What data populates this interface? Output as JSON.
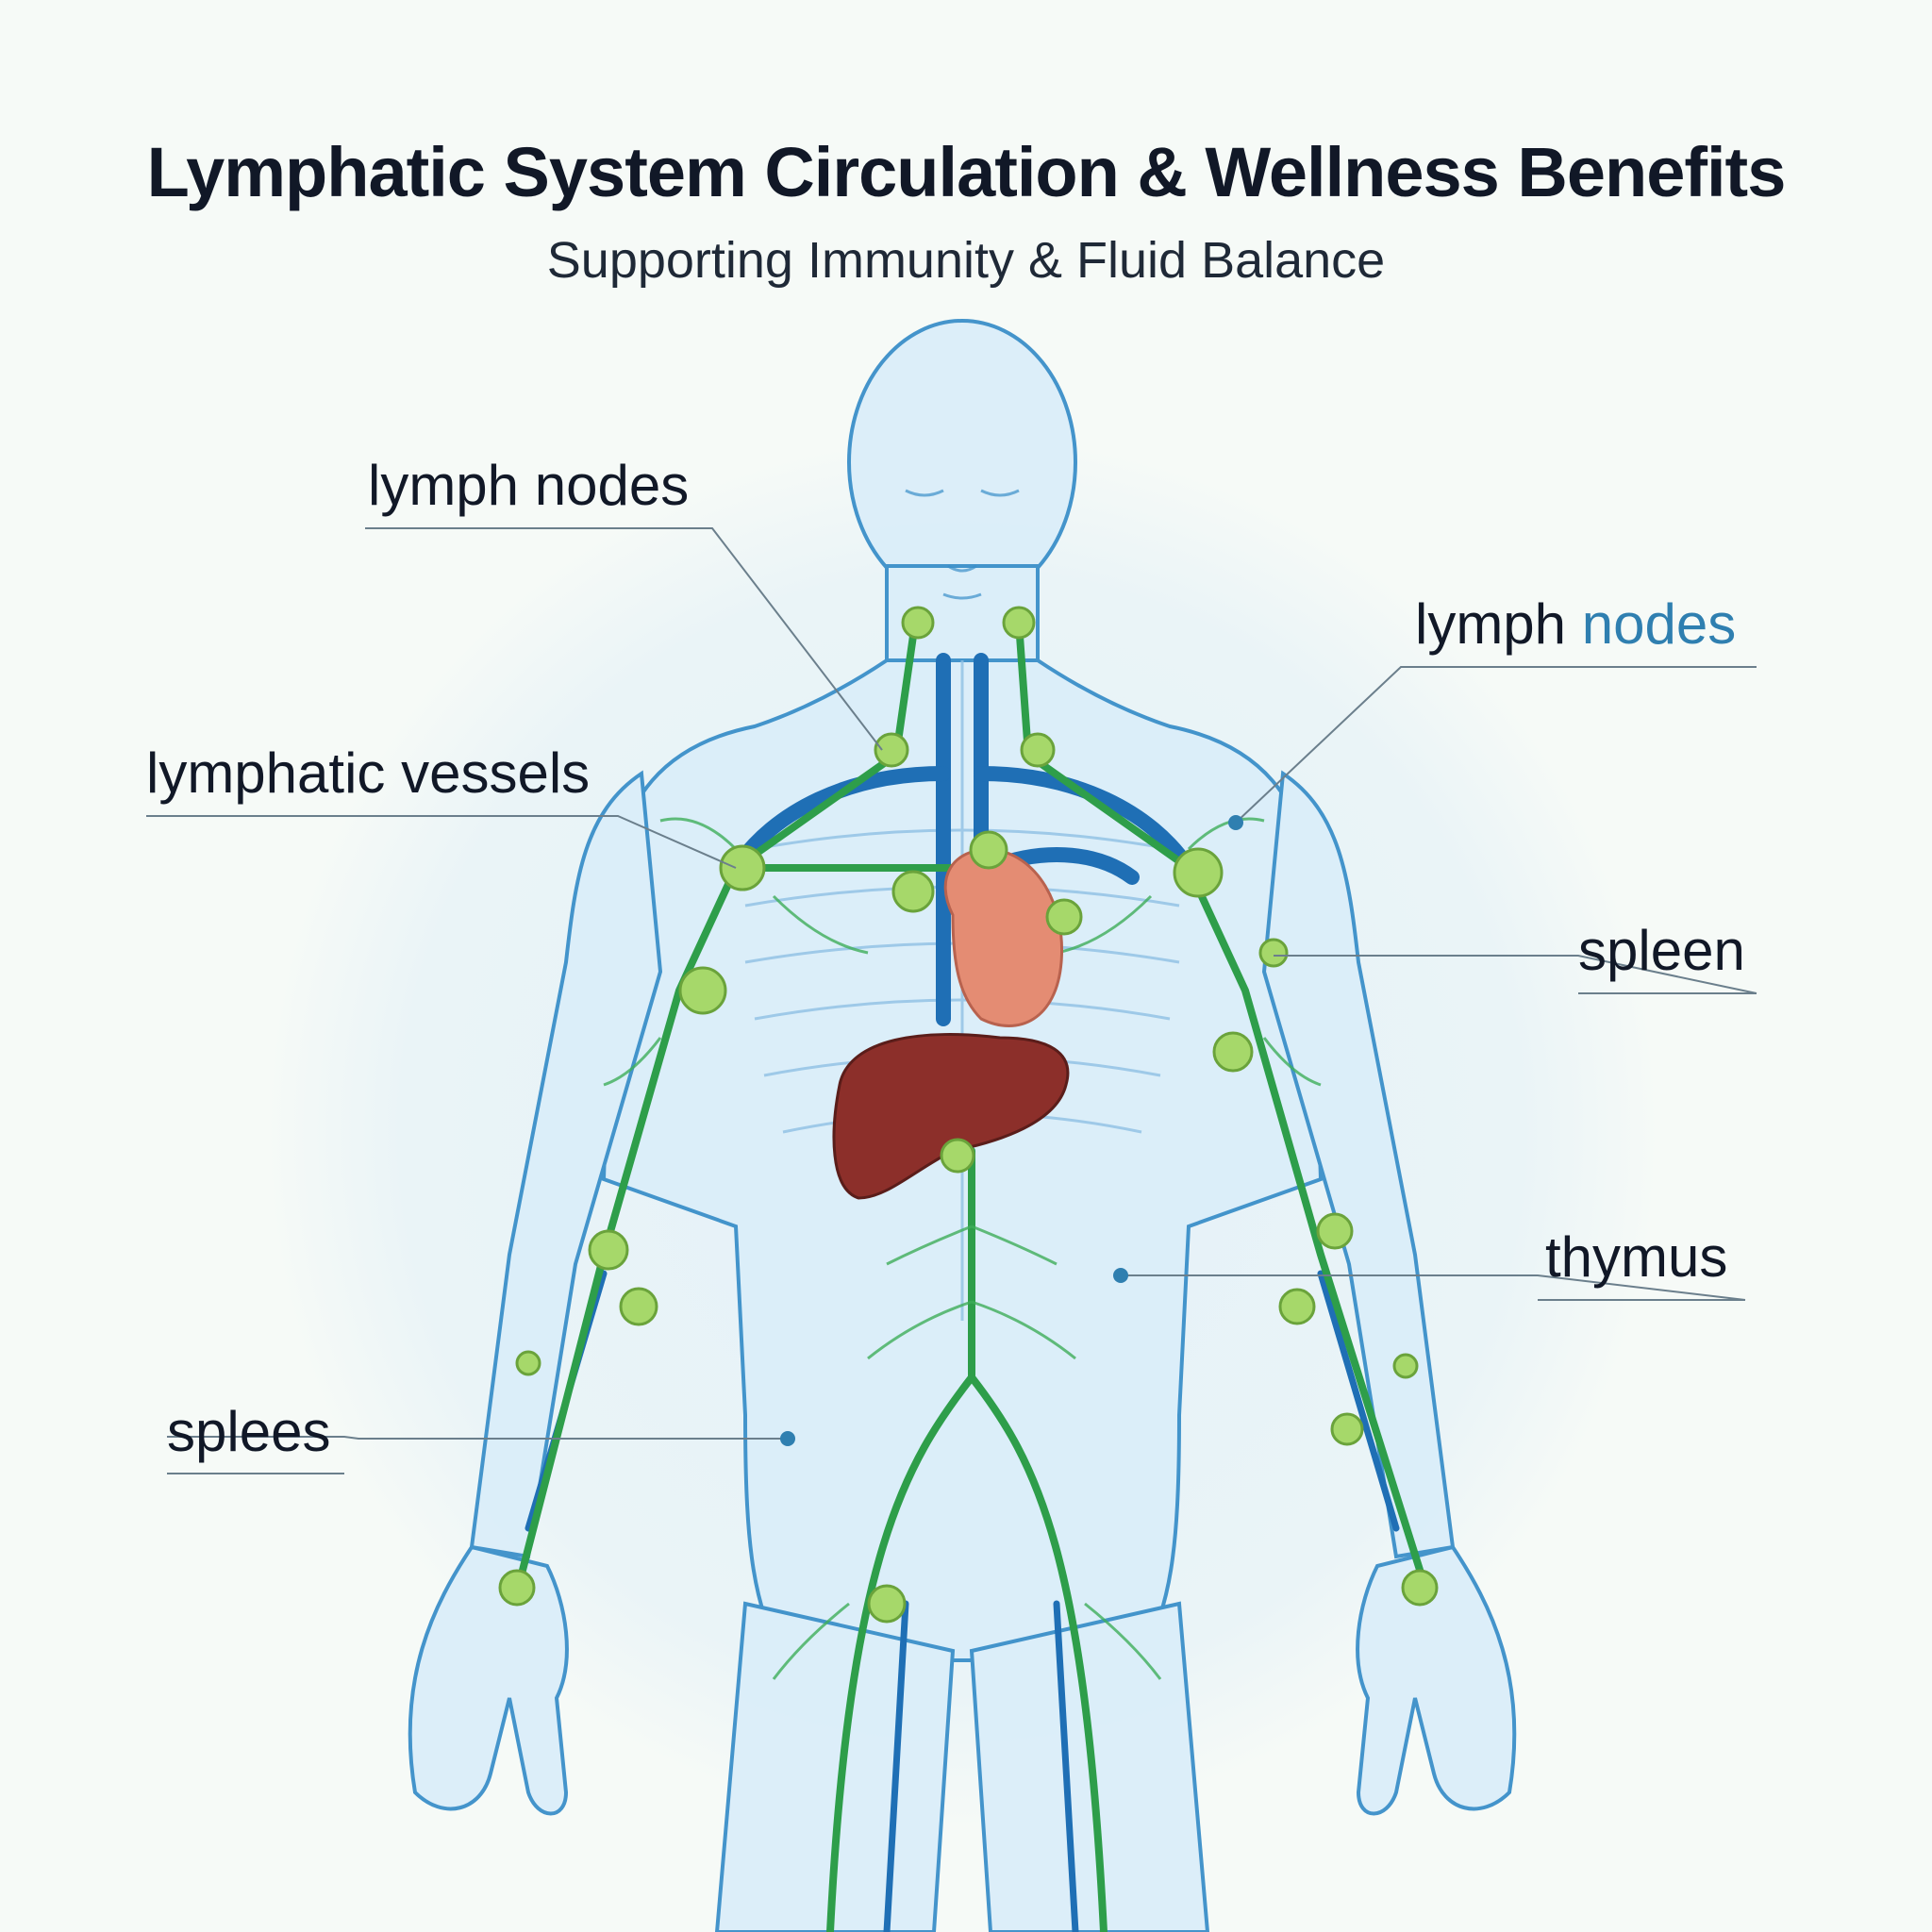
{
  "title": "Lymphatic System Circulation & Wellness Benefits",
  "subtitle": "Supporting Immunity & Fluid Balance",
  "labels": {
    "left_lymph_nodes": "lymph nodes",
    "lymphatic_vessels": "lymphatic vessels",
    "splees": "splees",
    "right_lymph_nodes_a": "lymph",
    "right_lymph_nodes_b": "nodes",
    "spleen": "spleen",
    "thymus": "thymus"
  },
  "colors": {
    "body_fill": "#dbeefa",
    "body_outline": "#3b8fc9",
    "lymph_vessel": "#2e9e4a",
    "vein": "#1f6fb5",
    "lymph_node": "#a6d86a",
    "liver": "#8c2f2a",
    "thymus_organ": "#e48c73",
    "label_accent": "#2f7fb0"
  }
}
